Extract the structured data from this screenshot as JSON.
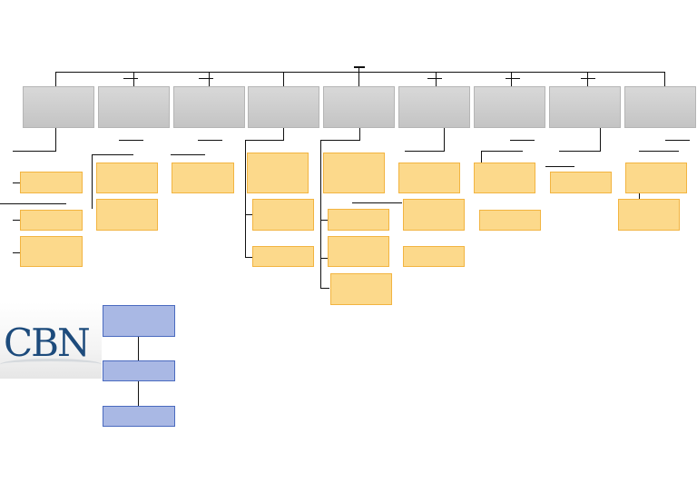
{
  "org_chart": {
    "top_node": "",
    "level_1": [
      {
        "id": "n1",
        "label": "",
        "children": [
          "",
          "",
          ""
        ]
      },
      {
        "id": "n2",
        "label": "",
        "children": [
          "",
          ""
        ]
      },
      {
        "id": "n3",
        "label": "",
        "children": [
          ""
        ]
      },
      {
        "id": "n4",
        "label": "",
        "children": [
          "",
          "",
          ""
        ]
      },
      {
        "id": "n5",
        "label": "",
        "children": [
          "",
          "",
          "",
          ""
        ]
      },
      {
        "id": "n6",
        "label": "",
        "children": [
          "",
          "",
          ""
        ]
      },
      {
        "id": "n7",
        "label": "",
        "children": [
          "",
          ""
        ]
      },
      {
        "id": "n8",
        "label": "",
        "children": [
          ""
        ]
      },
      {
        "id": "n9",
        "label": "",
        "children": [
          "",
          ""
        ]
      }
    ]
  },
  "legend_chart": {
    "nodes": [
      "",
      "",
      ""
    ]
  },
  "logo": {
    "text": "CBN"
  },
  "colors": {
    "level_1_fill": "#c8c8c8",
    "child_fill": "#fcd98b",
    "child_border": "#f2b441",
    "legend_fill": "#a9b8e4",
    "legend_border": "#4a6abf",
    "logo_text": "#1d4b7c"
  }
}
